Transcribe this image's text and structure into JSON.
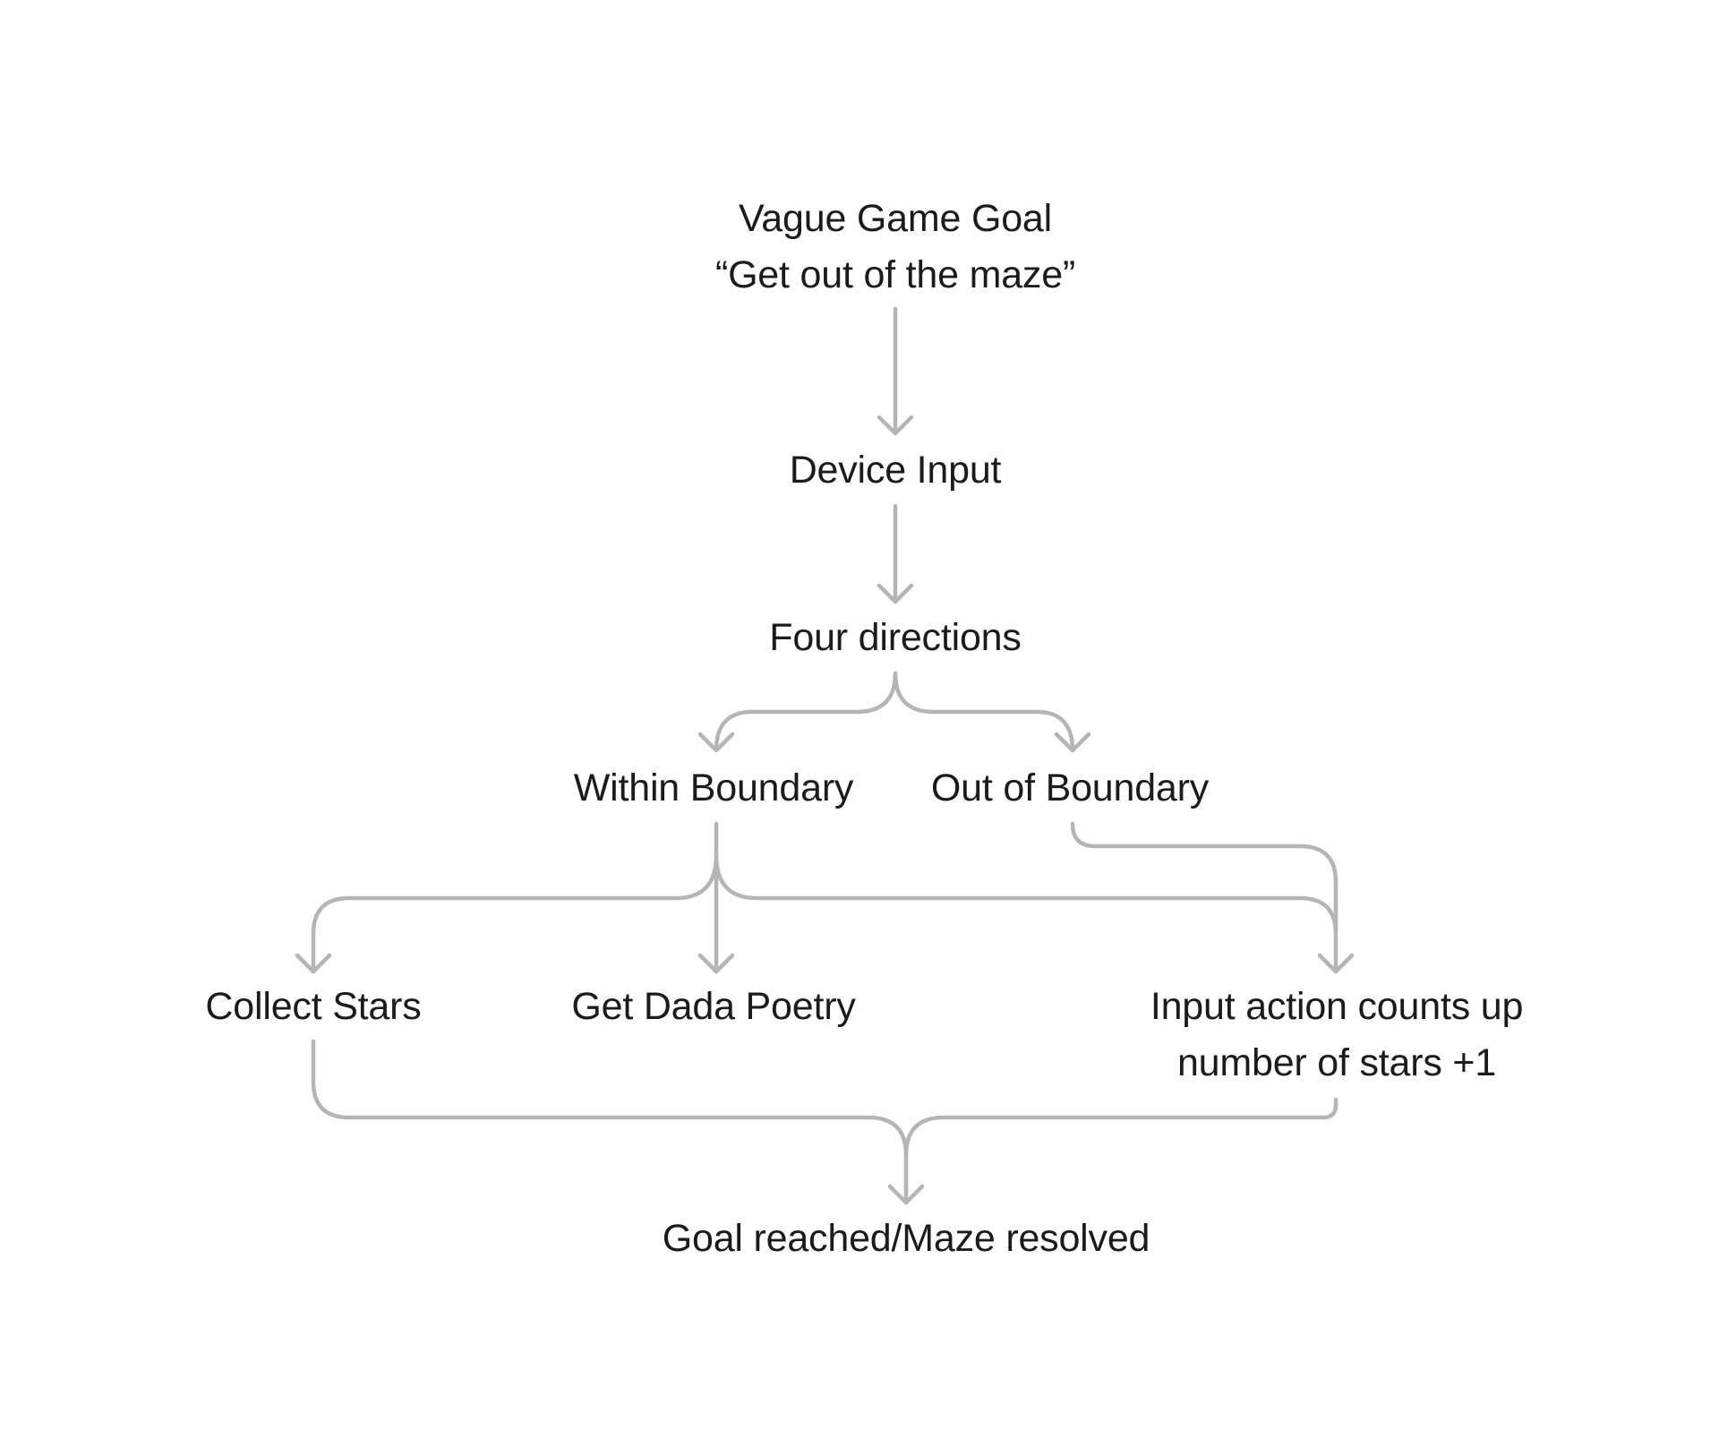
{
  "diagram": {
    "nodes": {
      "goal": {
        "line1": "Vague Game Goal",
        "line2": "“Get out of the maze”"
      },
      "device_input": {
        "label": "Device Input"
      },
      "four_directions": {
        "label": "Four directions"
      },
      "within_boundary": {
        "label": "Within Boundary"
      },
      "out_of_boundary": {
        "label": "Out of Boundary"
      },
      "collect_stars": {
        "label": "Collect Stars"
      },
      "dada_poetry": {
        "label": "Get Dada Poetry"
      },
      "input_action": {
        "line1": "Input action counts up",
        "line2": "number of stars +1"
      },
      "resolved": {
        "label": "Goal reached/Maze resolved"
      }
    },
    "edges": [
      {
        "from": "goal",
        "to": "device_input"
      },
      {
        "from": "device_input",
        "to": "four_directions"
      },
      {
        "from": "four_directions",
        "to": "within_boundary"
      },
      {
        "from": "four_directions",
        "to": "out_of_boundary"
      },
      {
        "from": "within_boundary",
        "to": "collect_stars"
      },
      {
        "from": "within_boundary",
        "to": "dada_poetry"
      },
      {
        "from": "within_boundary",
        "to": "input_action"
      },
      {
        "from": "out_of_boundary",
        "to": "input_action"
      },
      {
        "from": "collect_stars",
        "to": "resolved"
      },
      {
        "from": "input_action",
        "to": "resolved"
      }
    ],
    "connector_color": "#b5b5b5",
    "text_color": "#1b1b1d"
  }
}
